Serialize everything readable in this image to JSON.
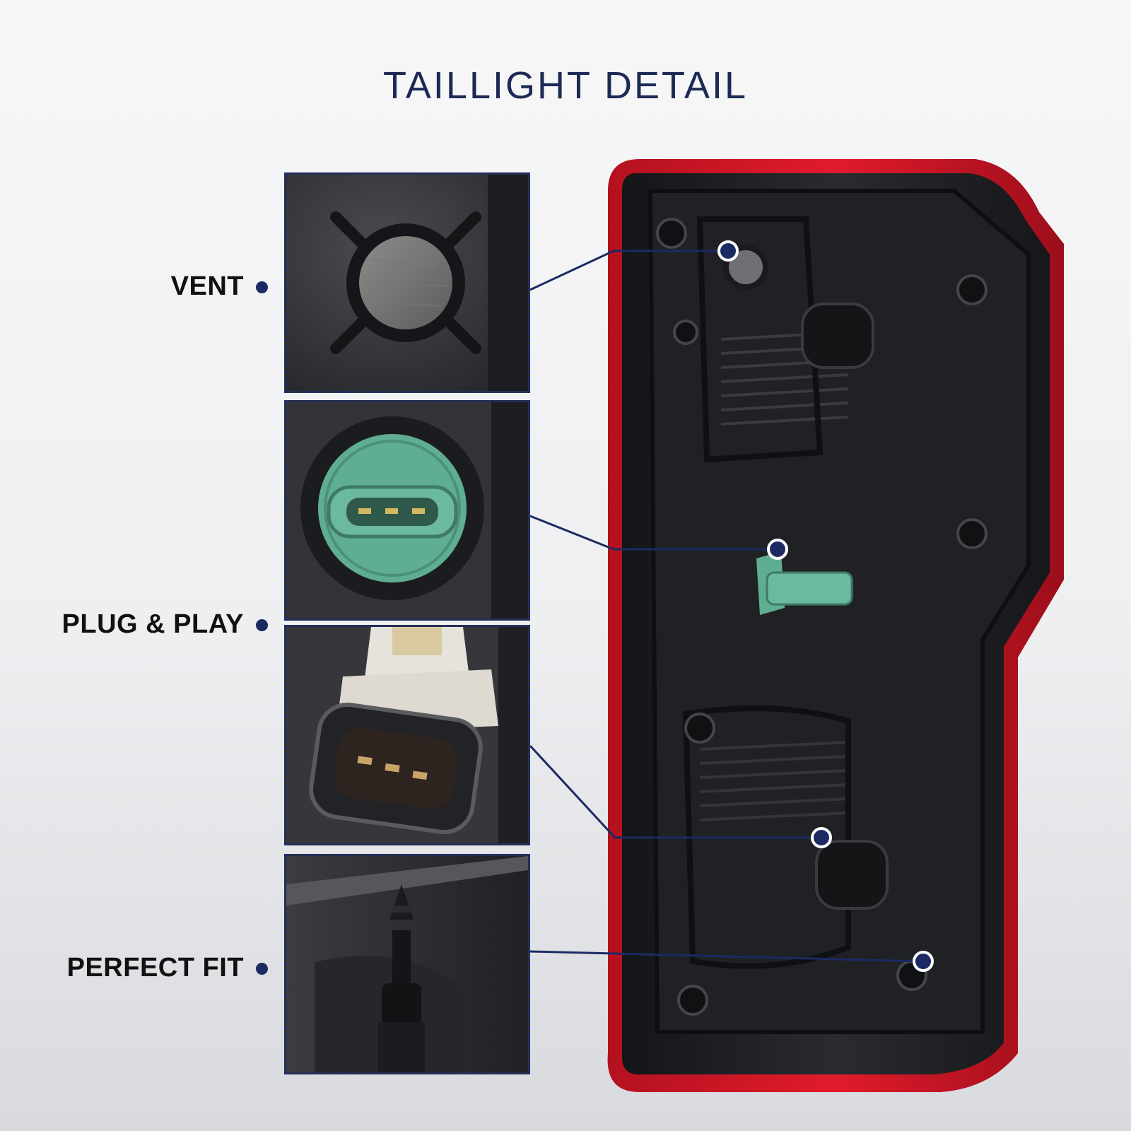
{
  "title": "TAILLIGHT DETAIL",
  "features": [
    {
      "label": "VENT"
    },
    {
      "label": "PLUG & PLAY"
    },
    {
      "label": "PERFECT FIT"
    }
  ],
  "colors": {
    "accent": "#1b2a63",
    "title": "#1d2a55",
    "lens_red": "#d8182a",
    "housing": "#1a1b1e",
    "connector_green": "#5fae92"
  }
}
